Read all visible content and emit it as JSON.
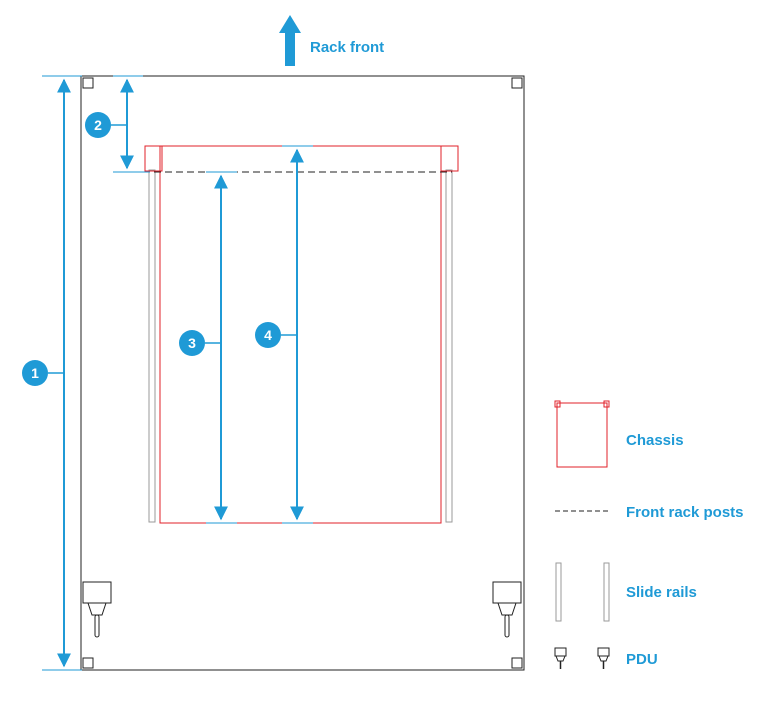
{
  "header": {
    "label": "Rack front"
  },
  "callouts": [
    {
      "number": "1"
    },
    {
      "number": "2"
    },
    {
      "number": "3"
    },
    {
      "number": "4"
    }
  ],
  "legend": {
    "chassis": "Chassis",
    "front_rack_posts": "Front rack posts",
    "slide_rails": "Slide rails",
    "pdu": "PDU"
  },
  "colors": {
    "accent": "#1f9ad6",
    "chassis": "#e0202a",
    "outline": "#222222",
    "rail": "#9a9a9a"
  }
}
